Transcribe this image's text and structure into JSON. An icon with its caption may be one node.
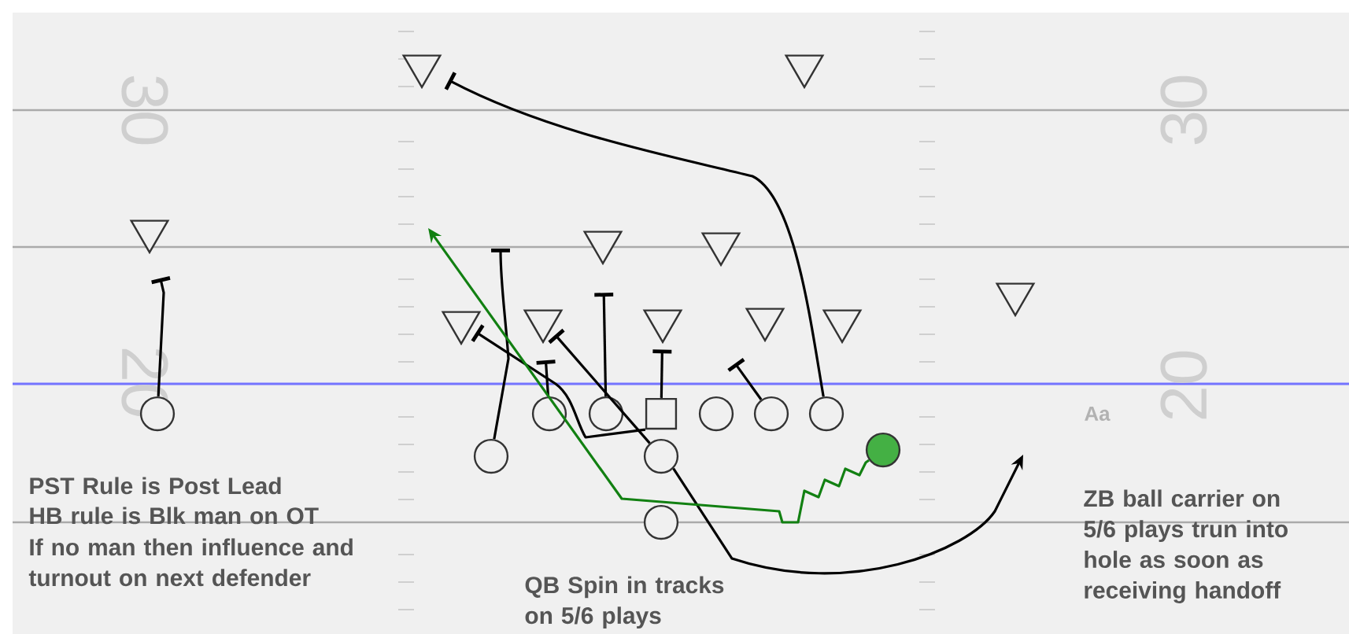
{
  "diagram": {
    "nodes": [
      {
        "text": [],
        "shape": "triangle"
      },
      {
        "text": [],
        "shape": "triangle"
      },
      {
        "text": [],
        "shape": "triangle"
      },
      {
        "text": [],
        "shape": "triangle"
      },
      {
        "text": [],
        "shape": "triangle"
      },
      {
        "text": [],
        "shape": "triangle"
      },
      {
        "text": [],
        "shape": "triangle"
      },
      {
        "text": [],
        "shape": "triangle"
      },
      {
        "text": [],
        "shape": "triangle"
      },
      {
        "text": [],
        "shape": "triangle"
      },
      {
        "text": [],
        "shape": "triangle"
      },
      {
        "text": [],
        "shape": "circle"
      },
      {
        "text": [],
        "shape": "circle"
      },
      {
        "text": [],
        "shape": "circle"
      },
      {
        "text": [],
        "shape": "box"
      },
      {
        "text": [],
        "shape": "circle"
      },
      {
        "text": [],
        "shape": "circle"
      },
      {
        "text": [],
        "shape": "circle"
      },
      {
        "text": [],
        "shape": "circle"
      },
      {
        "text": [],
        "shape": "circle"
      },
      {
        "text": [],
        "shape": "circle"
      },
      {
        "text": [],
        "shape": "circle"
      }
    ],
    "edges": [
      {
        "from": 11,
        "to": 2,
        "arrow": "other"
      },
      {
        "from": 17,
        "to": 0,
        "arrow": "other"
      },
      {
        "from": 18,
        "to": null,
        "arrow": "other"
      },
      {
        "from": 12,
        "to": 7,
        "arrow": "other"
      },
      {
        "from": 13,
        "to": 3,
        "arrow": "other"
      },
      {
        "from": 14,
        "to": 8,
        "arrow": "other"
      },
      {
        "from": 16,
        "to": null,
        "arrow": "other"
      },
      {
        "from": 14,
        "to": 6,
        "arrow": "other"
      },
      {
        "from": 19,
        "to": 7,
        "arrow": "other"
      },
      {
        "from": 19,
        "to": null,
        "arrow": "to"
      },
      {
        "from": 20,
        "to": null,
        "arrow": "to",
        "color": "#128012"
      }
    ],
    "labels": [
      "30",
      "30",
      "20",
      "20",
      "Aa",
      "PST Rule is Post Lead",
      "HB rule is Blk man on OT",
      "If no man then influence and turnout on next defender",
      "QB Spin in tracks on 5/6 plays",
      "ZB ball carrier on 5/6 plays trun into hole as soon as receiving handoff"
    ]
  }
}
